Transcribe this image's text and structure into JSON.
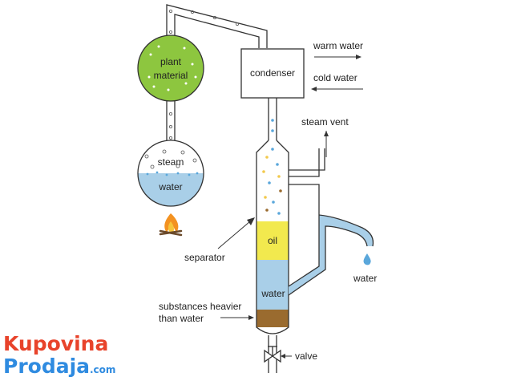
{
  "colors": {
    "plant_green": "#8dc63f",
    "water_blue": "#a9cfe8",
    "oil_yellow": "#f2e94e",
    "heavy_brown": "#9a6b2f",
    "drop_blue": "#5aa7db",
    "flame_orange": "#f39221",
    "watermark_red": "#e8432b",
    "watermark_blue": "#2f8be0"
  },
  "labels": {
    "plant_material_line1": "plant",
    "plant_material_line2": "material",
    "steam": "steam",
    "water_flask": "water",
    "condenser": "condenser",
    "warm_water": "warm water",
    "cold_water": "cold water",
    "steam_vent": "steam vent",
    "oil": "oil",
    "water_separator": "water",
    "water_outlet": "water",
    "separator": "separator",
    "heavier_line1": "substances heavier",
    "heavier_line2": "than water",
    "valve": "valve"
  },
  "watermark": {
    "line1": "Kupovina",
    "line2": "Prodaja",
    "suffix": ".com"
  },
  "icons": {
    "flame": "campfire-icon",
    "valve": "valve-icon",
    "drop": "water-drop-icon"
  }
}
